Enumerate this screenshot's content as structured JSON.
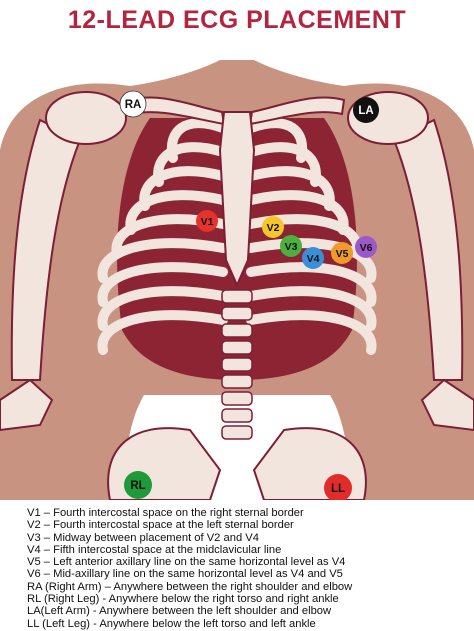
{
  "title": "12-LEAD ECG PLACEMENT",
  "colors": {
    "title": "#b3243f",
    "skin": "#c99381",
    "bone": "#f1e5de",
    "bone_outline": "#7c1f35",
    "rib_gap": "#8c2434"
  },
  "electrodes": {
    "ra": {
      "label": "RA",
      "color": "#ffffff",
      "text_color": "#111111"
    },
    "la": {
      "label": "LA",
      "color": "#111111",
      "text_color": "#ffffff"
    },
    "v1": {
      "label": "V1",
      "color": "#e5322c",
      "text_color": "#111111"
    },
    "v2": {
      "label": "V2",
      "color": "#f5c62a",
      "text_color": "#111111"
    },
    "v3": {
      "label": "V3",
      "color": "#4caf3e",
      "text_color": "#111111"
    },
    "v4": {
      "label": "V4",
      "color": "#3a8fd9",
      "text_color": "#111111"
    },
    "v5": {
      "label": "V5",
      "color": "#f09a2b",
      "text_color": "#111111"
    },
    "v6": {
      "label": "V6",
      "color": "#9a58c9",
      "text_color": "#111111"
    },
    "rl": {
      "label": "RL",
      "color": "#1f9a3a",
      "text_color": "#111111"
    },
    "ll": {
      "label": "LL",
      "color": "#e22b2b",
      "text_color": "#111111"
    }
  },
  "legend": [
    "V1 – Fourth intercostal space on the right sternal border",
    "V2 – Fourth intercostal space at the left sternal border",
    "V3 – Midway between placement of V2 and V4",
    "V4 – Fifth intercostal space at the midclavicular line",
    "V5 – Left anterior axillary line on the same horizontal level as V4",
    "V6 – Mid-axillary line on the same horizontal level as V4 and V5",
    "RA (Right Arm) – Anywhere between the right shoulder and elbow",
    "RL (Right Leg) - Anywhere below the right torso and right ankle",
    "LA(Left Arm) - Anywhere between the left shoulder and elbow",
    "LL (Left Leg) - Anywhere below the left torso and left ankle"
  ]
}
